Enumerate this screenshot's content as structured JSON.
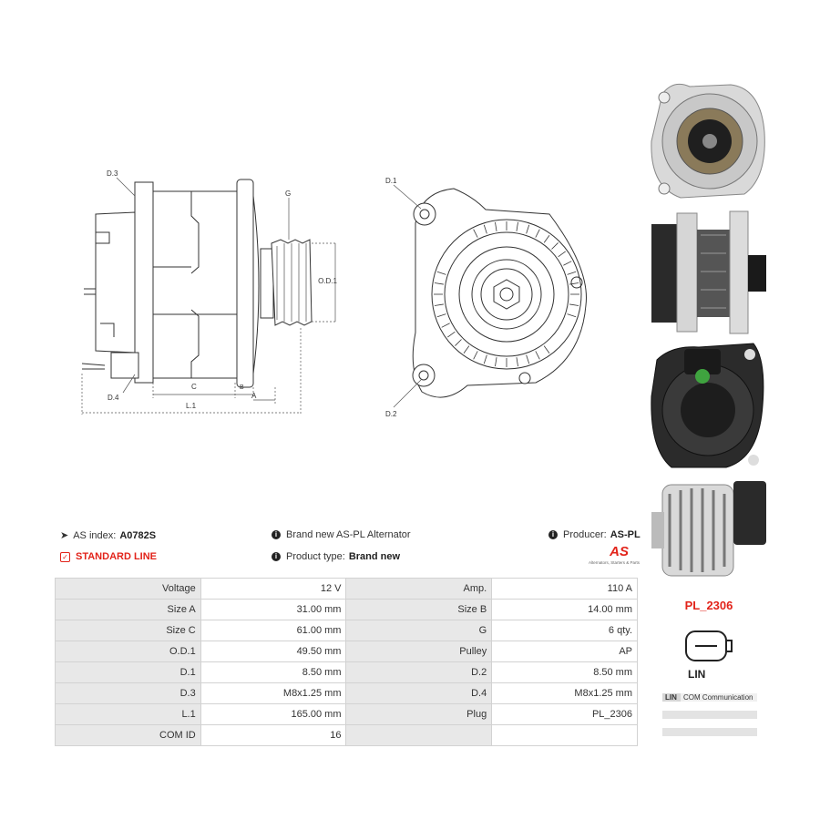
{
  "drawing": {
    "side_labels": {
      "d3": "D.3",
      "g": "G",
      "od1": "O.D.1",
      "d4": "D.4",
      "c": "C",
      "b": "B",
      "a": "A",
      "l1": "L.1"
    },
    "front_labels": {
      "d1": "D.1",
      "d2": "D.2"
    }
  },
  "info": {
    "as_index_label": "AS index:",
    "as_index_value": "A0782S",
    "standard_line": "STANDARD LINE",
    "brand_new": "Brand new AS-PL Alternator",
    "product_type_label": "Product type:",
    "product_type_value": "Brand new",
    "producer_label": "Producer:",
    "producer_value": "AS-PL",
    "logo_text": "AS",
    "logo_tagline": "Alternators, Starters & Parts"
  },
  "specs": {
    "rows": [
      {
        "l1": "Voltage",
        "v1": "12 V",
        "l2": "Amp.",
        "v2": "110 A"
      },
      {
        "l1": "Size A",
        "v1": "31.00 mm",
        "l2": "Size B",
        "v2": "14.00 mm"
      },
      {
        "l1": "Size C",
        "v1": "61.00 mm",
        "l2": "G",
        "v2": "6 qty."
      },
      {
        "l1": "O.D.1",
        "v1": "49.50 mm",
        "l2": "Pulley",
        "v2": "AP"
      },
      {
        "l1": "D.1",
        "v1": "8.50 mm",
        "l2": "D.2",
        "v2": "8.50 mm"
      },
      {
        "l1": "D.3",
        "v1": "M8x1.25 mm",
        "l2": "D.4",
        "v2": "M8x1.25 mm"
      },
      {
        "l1": "L.1",
        "v1": "165.00 mm",
        "l2": "Plug",
        "v2": "PL_2306"
      },
      {
        "l1": "COM ID",
        "v1": "16",
        "l2": "",
        "v2": ""
      }
    ]
  },
  "plug": {
    "title": "PL_2306",
    "connector_label": "LIN",
    "pins": [
      {
        "pin": "LIN",
        "desc": "COM Communication"
      },
      {
        "pin": "",
        "desc": ""
      },
      {
        "pin": "",
        "desc": ""
      }
    ]
  },
  "colors": {
    "accent": "#e2231a",
    "table_label_bg": "#e8e8e8",
    "border": "#d2d2d2"
  }
}
